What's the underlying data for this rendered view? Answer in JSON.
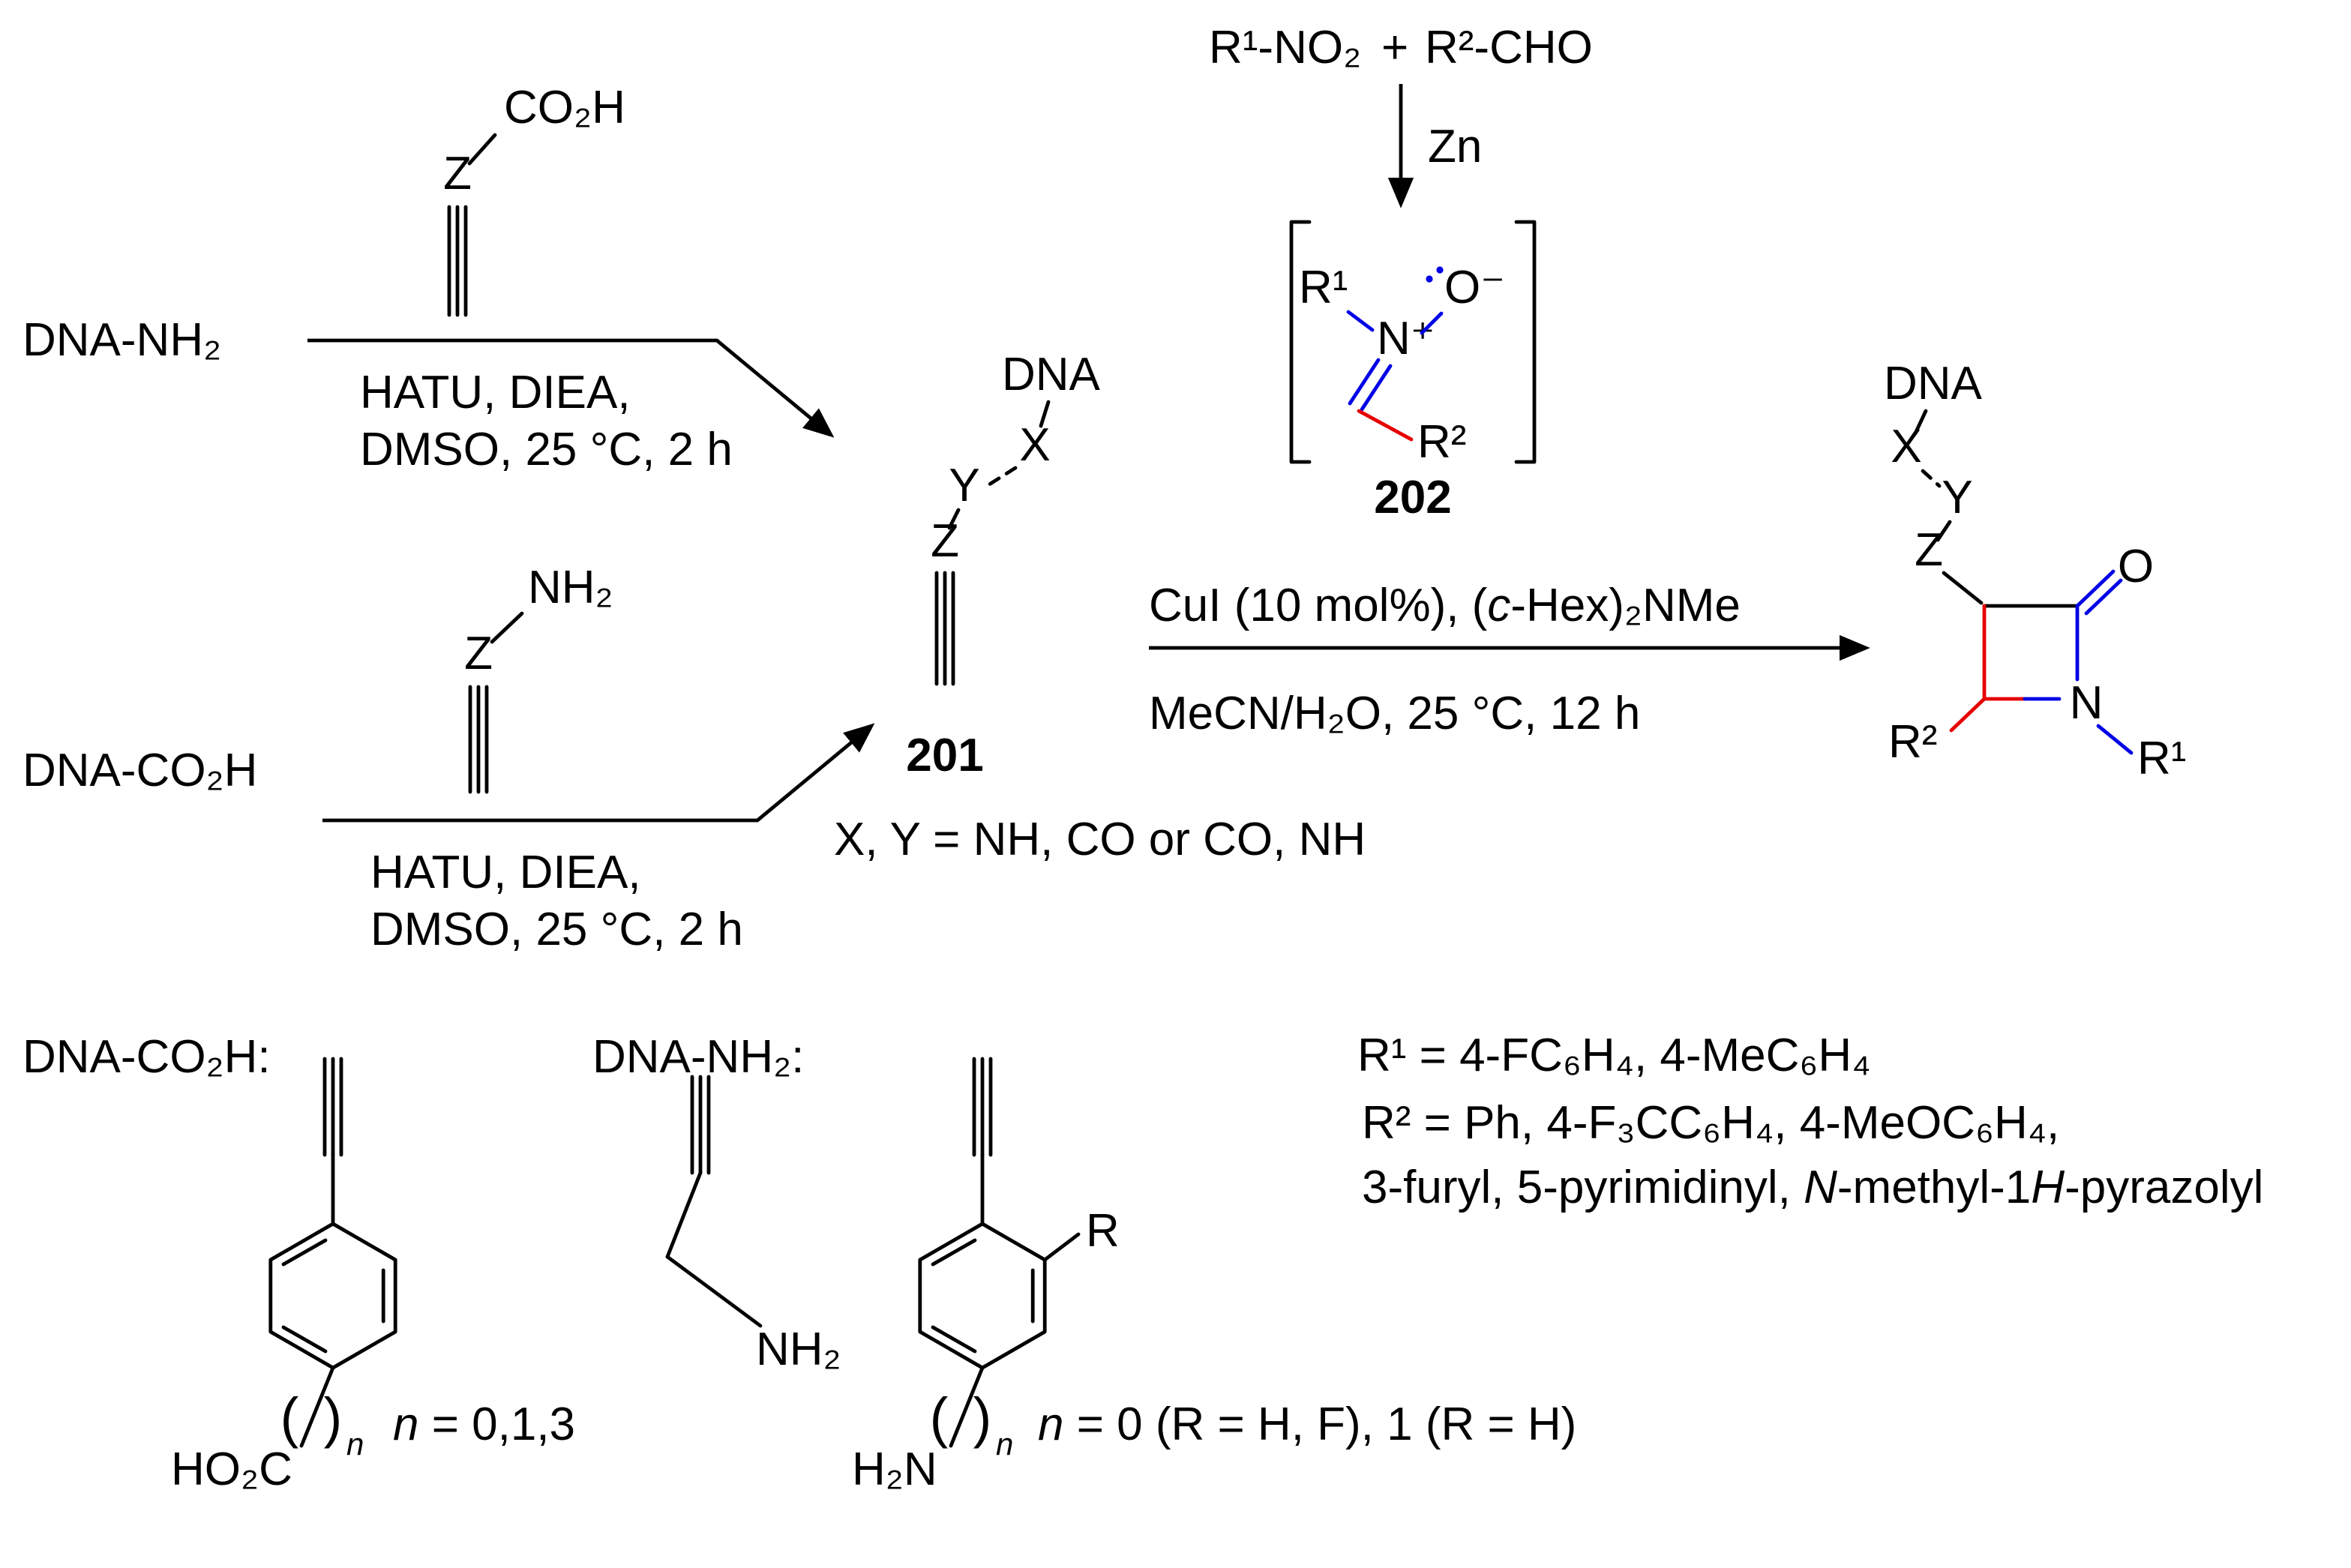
{
  "colors": {
    "blue": "#0000e6",
    "red": "#e60000",
    "black": "#000000"
  },
  "reactants": {
    "dna_nh2": "DNA-NH₂",
    "dna_co2h": "DNA-CO₂H"
  },
  "alkyne_acid": {
    "co2h": "CO₂H",
    "z": "Z"
  },
  "alkyne_amine": {
    "nh2": "NH₂",
    "z": "Z"
  },
  "amide_top": {
    "line1": "HATU, DIEA,",
    "line2": "DMSO, 25 °C, 2 h"
  },
  "amide_bottom": {
    "line1": "HATU, DIEA,",
    "line2": "DMSO, 25 °C, 2 h"
  },
  "intermediate": {
    "dna": "DNA",
    "x": "X",
    "y": "Y",
    "z": "Z",
    "number": "201",
    "note": "X, Y = NH, CO or CO, NH"
  },
  "nitrone_route": {
    "r1_no2": "R¹-NO₂",
    "plus": "+",
    "r2_cho": "R²-CHO",
    "zn": "Zn",
    "r1": "R¹",
    "n_plus": "N⁺",
    "o_minus": "O⁻",
    "r2": "R²",
    "number": "202"
  },
  "kinugasa": {
    "above_pre": "CuI (10 mol%), (",
    "above_italic": "c",
    "above_post": "-Hex)₂NMe",
    "below": "MeCN/H₂O, 25 °C, 12 h"
  },
  "product": {
    "dna": "DNA",
    "x": "X",
    "y": "Y",
    "z": "Z",
    "o": "O",
    "n": "N",
    "r1": "R¹",
    "r2": "R²"
  },
  "legend": {
    "dna_co2h_title": "DNA-CO₂H:",
    "dna_nh2_title": "DNA-NH₂:",
    "ho2c": "HO₂C",
    "h2n": "H₂N",
    "nh2": "NH₂",
    "r": "R",
    "paren_open": "(",
    "paren_close": ")",
    "n_sub": "n",
    "n_co2h": {
      "n": "n",
      "rest": " = 0,1,3"
    },
    "n_nh2": {
      "n": "n",
      "rest": " = 0 (R = H, F), 1 (R = H)"
    },
    "r1_def": "R¹ = 4-FC₆H₄, 4-MeC₆H₄",
    "r2_def_line1": "R² = Ph, 4-F₃CC₆H₄,  4-MeOC₆H₄,",
    "r2_def_line2": {
      "pre": "3-furyl, 5-pyrimidinyl, ",
      "n": "N",
      "mid": "-methyl-1",
      "h": "H",
      "post": "-pyrazolyl"
    }
  }
}
